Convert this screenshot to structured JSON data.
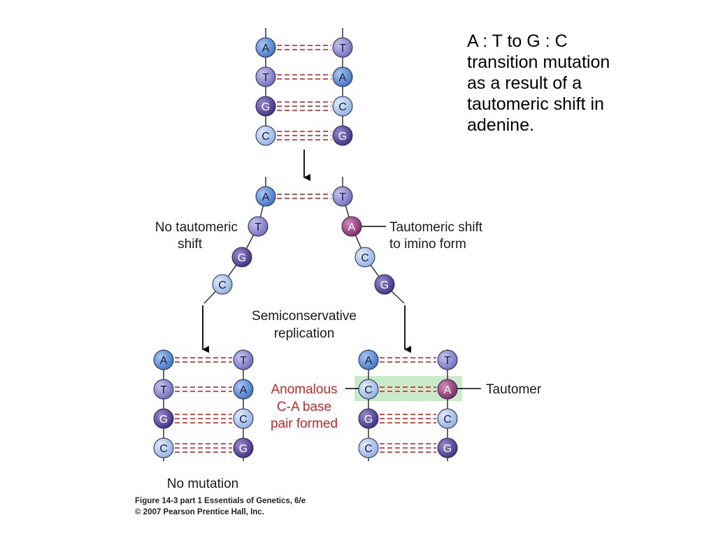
{
  "caption": {
    "lines": [
      "A : T to G : C",
      "transition mutation",
      "as a result of a",
      "tautomeric shift in",
      "adenine."
    ]
  },
  "labels": {
    "no_tautomeric_shift": [
      "No tautomeric",
      "shift"
    ],
    "tautomeric_shift": [
      "Tautomeric shift",
      "to imino form"
    ],
    "semiconservative": [
      "Semiconservative",
      "replication"
    ],
    "anomalous": [
      "Anomalous",
      "C-A base",
      "pair formed"
    ],
    "tautomer": "Tautomer",
    "no_mutation": "No mutation"
  },
  "credits": {
    "line1": "Figure 14-3 part 1  Essentials of Genetics, 6/e",
    "line2": "© 2007 Pearson Prentice Hall, Inc."
  },
  "colors": {
    "A": "#5b8ed6",
    "T": "#8a86d0",
    "G": "#5e4a9e",
    "C": "#a9c3ec",
    "A_tautomer": "#9b3f82",
    "bond": "#c23b3b",
    "highlight": "#c9ebc9",
    "anomalous_text": "#c62828"
  },
  "top_duplex": {
    "pairs": [
      [
        "A",
        "T"
      ],
      [
        "T",
        "A"
      ],
      [
        "G",
        "C"
      ],
      [
        "C",
        "G"
      ]
    ]
  },
  "separated_strands": {
    "pair": [
      "A",
      "T"
    ],
    "left_strand": [
      "T",
      "G",
      "C"
    ],
    "right_strand": [
      "A",
      "C",
      "G"
    ]
  },
  "bottom_left": {
    "pairs": [
      [
        "A",
        "T"
      ],
      [
        "T",
        "A"
      ],
      [
        "G",
        "C"
      ],
      [
        "C",
        "G"
      ]
    ]
  },
  "bottom_right": {
    "pairs": [
      [
        "A",
        "T"
      ],
      [
        "C",
        "A"
      ],
      [
        "G",
        "C"
      ],
      [
        "C",
        "G"
      ]
    ]
  }
}
